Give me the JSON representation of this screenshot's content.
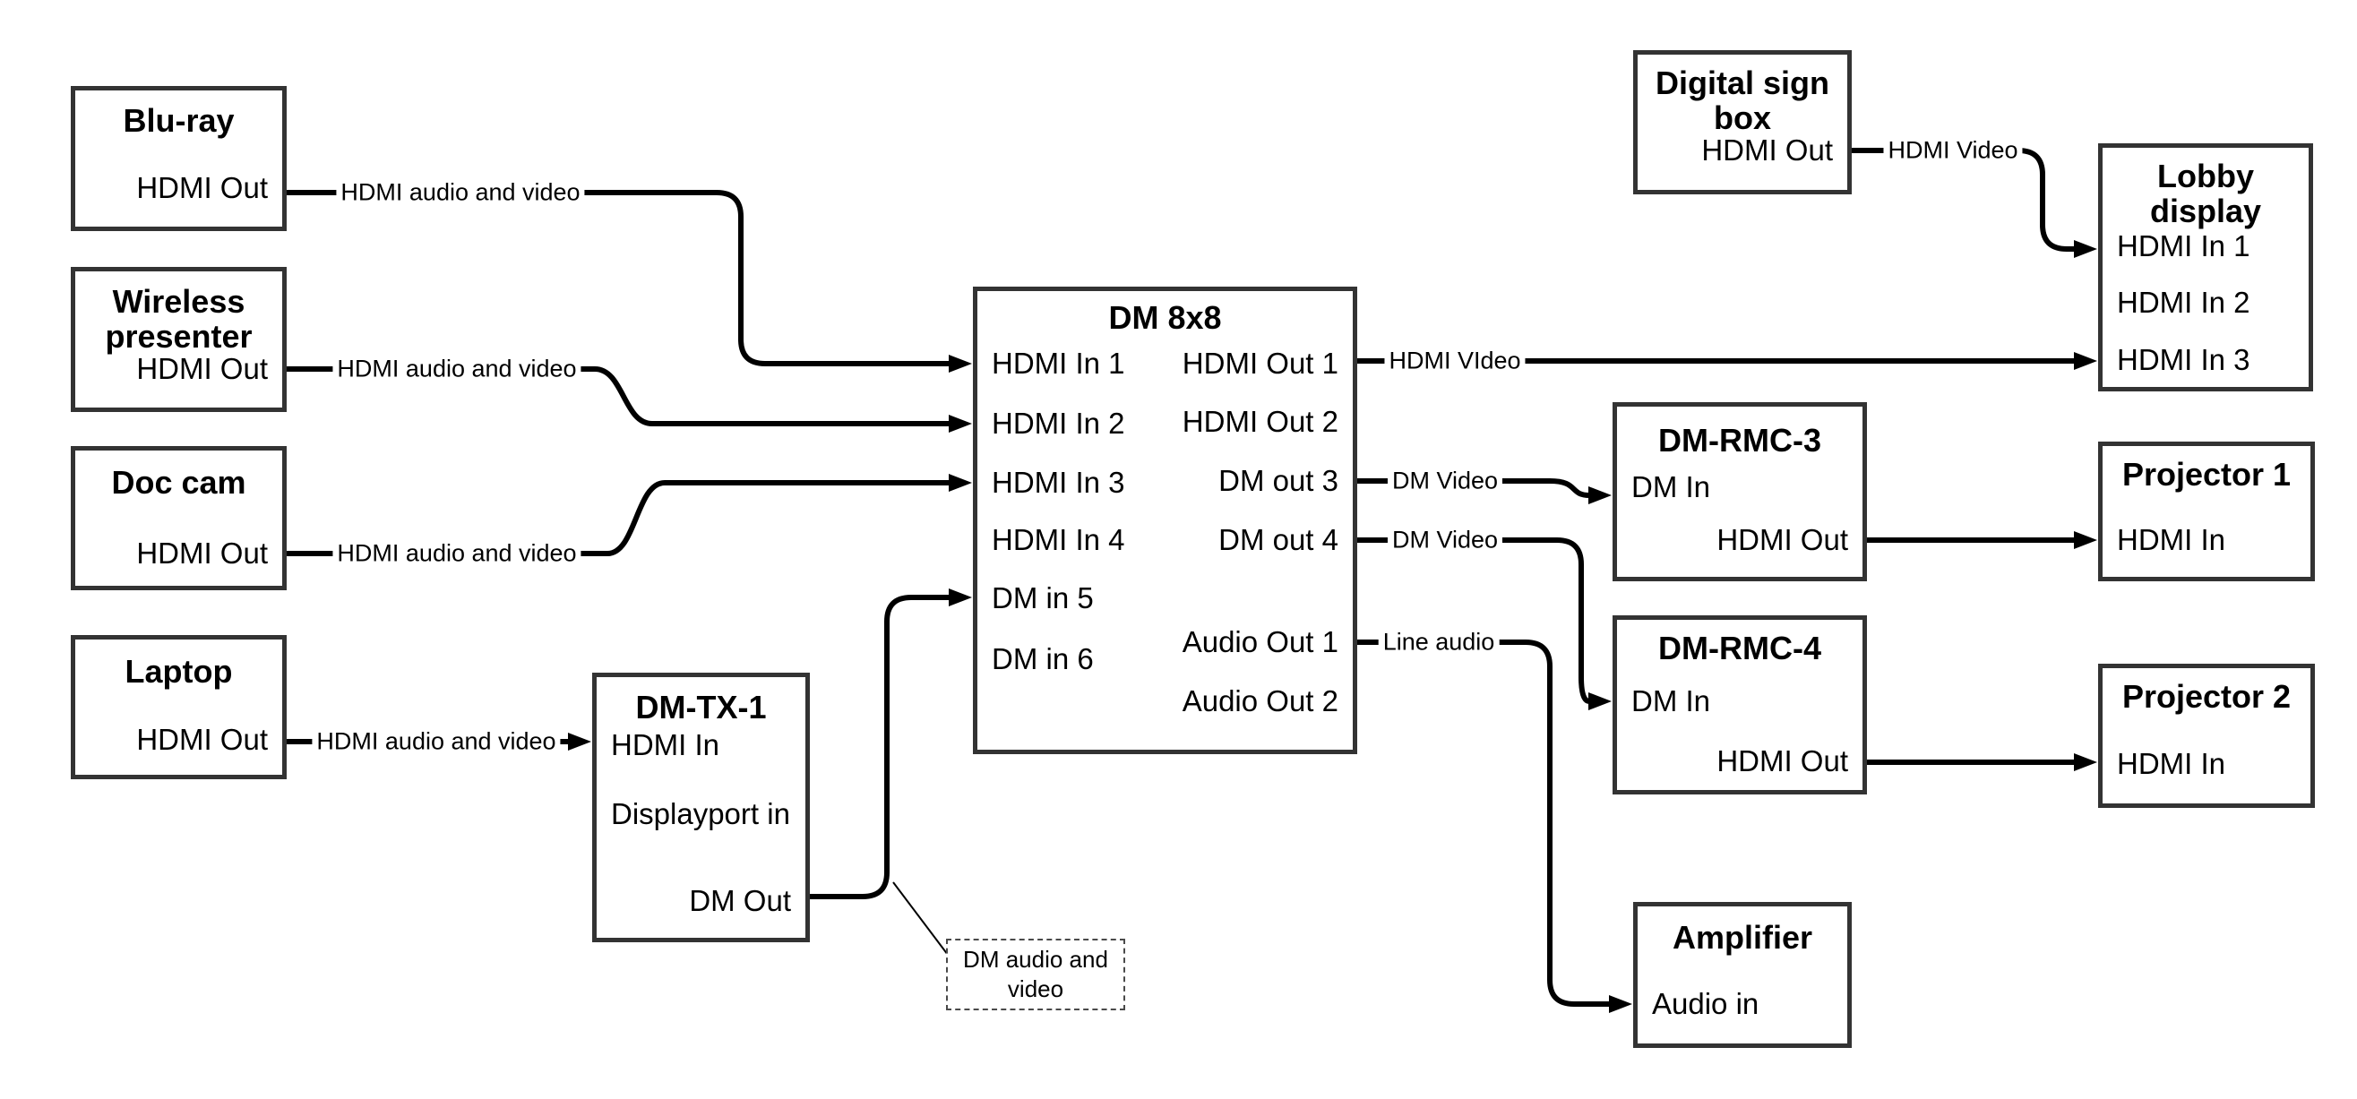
{
  "diagram": {
    "background": "#ffffff",
    "line_color": "#000000",
    "box_border_color": "#333333"
  },
  "nodes": {
    "bluray": {
      "title": "Blu-ray",
      "port_hdmi_out": "HDMI Out"
    },
    "wireless": {
      "title_lines": [
        "Wireless",
        "presenter"
      ],
      "port_hdmi_out": "HDMI Out"
    },
    "doccam": {
      "title": "Doc cam",
      "port_hdmi_out": "HDMI Out"
    },
    "laptop": {
      "title": "Laptop",
      "port_hdmi_out": "HDMI Out"
    },
    "dmtx1": {
      "title": "DM-TX-1",
      "port_hdmi_in": "HDMI In",
      "port_displayport_in": "Displayport in",
      "port_dm_out": "DM Out"
    },
    "dm8x8": {
      "title": "DM 8x8",
      "port_hdmi_in_1": "HDMI In 1",
      "port_hdmi_in_2": "HDMI In 2",
      "port_hdmi_in_3": "HDMI In 3",
      "port_hdmi_in_4": "HDMI In 4",
      "port_dm_in_5": "DM in 5",
      "port_dm_in_6": "DM in 6",
      "port_hdmi_out_1": "HDMI Out 1",
      "port_hdmi_out_2": "HDMI Out 2",
      "port_dm_out_3": "DM out 3",
      "port_dm_out_4": "DM out 4",
      "port_audio_out_1": "Audio Out 1",
      "port_audio_out_2": "Audio Out 2"
    },
    "digisign": {
      "title_lines": [
        "Digital sign",
        "box"
      ],
      "port_hdmi_out": "HDMI Out"
    },
    "lobby": {
      "title_lines": [
        "Lobby",
        "display"
      ],
      "port_hdmi_in_1": "HDMI In 1",
      "port_hdmi_in_2": "HDMI In 2",
      "port_hdmi_in_3": "HDMI In 3"
    },
    "rmc3": {
      "title": "DM-RMC-3",
      "port_dm_in": "DM In",
      "port_hdmi_out": "HDMI Out"
    },
    "proj1": {
      "title": "Projector 1",
      "port_hdmi_in": "HDMI In"
    },
    "rmc4": {
      "title": "DM-RMC-4",
      "port_dm_in": "DM In",
      "port_hdmi_out": "HDMI Out"
    },
    "proj2": {
      "title": "Projector 2",
      "port_hdmi_in": "HDMI In"
    },
    "amp": {
      "title": "Amplifier",
      "port_audio_in": "Audio in"
    }
  },
  "connection_labels": {
    "bluray_to_dm8x8": "HDMI audio and video",
    "wireless_to_dm8x8": "HDMI audio and video",
    "doccam_to_dm8x8": "HDMI audio and video",
    "laptop_to_dmtx1": "HDMI audio and video",
    "dm8x8_to_lobby": "HDMI VIdeo",
    "dm8x8_to_rmc3": "DM Video",
    "dm8x8_to_rmc4": "DM Video",
    "dm8x8_to_amp": "Line audio",
    "digisign_to_lobby": "HDMI Video"
  },
  "callout": {
    "lines": [
      "DM audio and",
      "video"
    ]
  }
}
